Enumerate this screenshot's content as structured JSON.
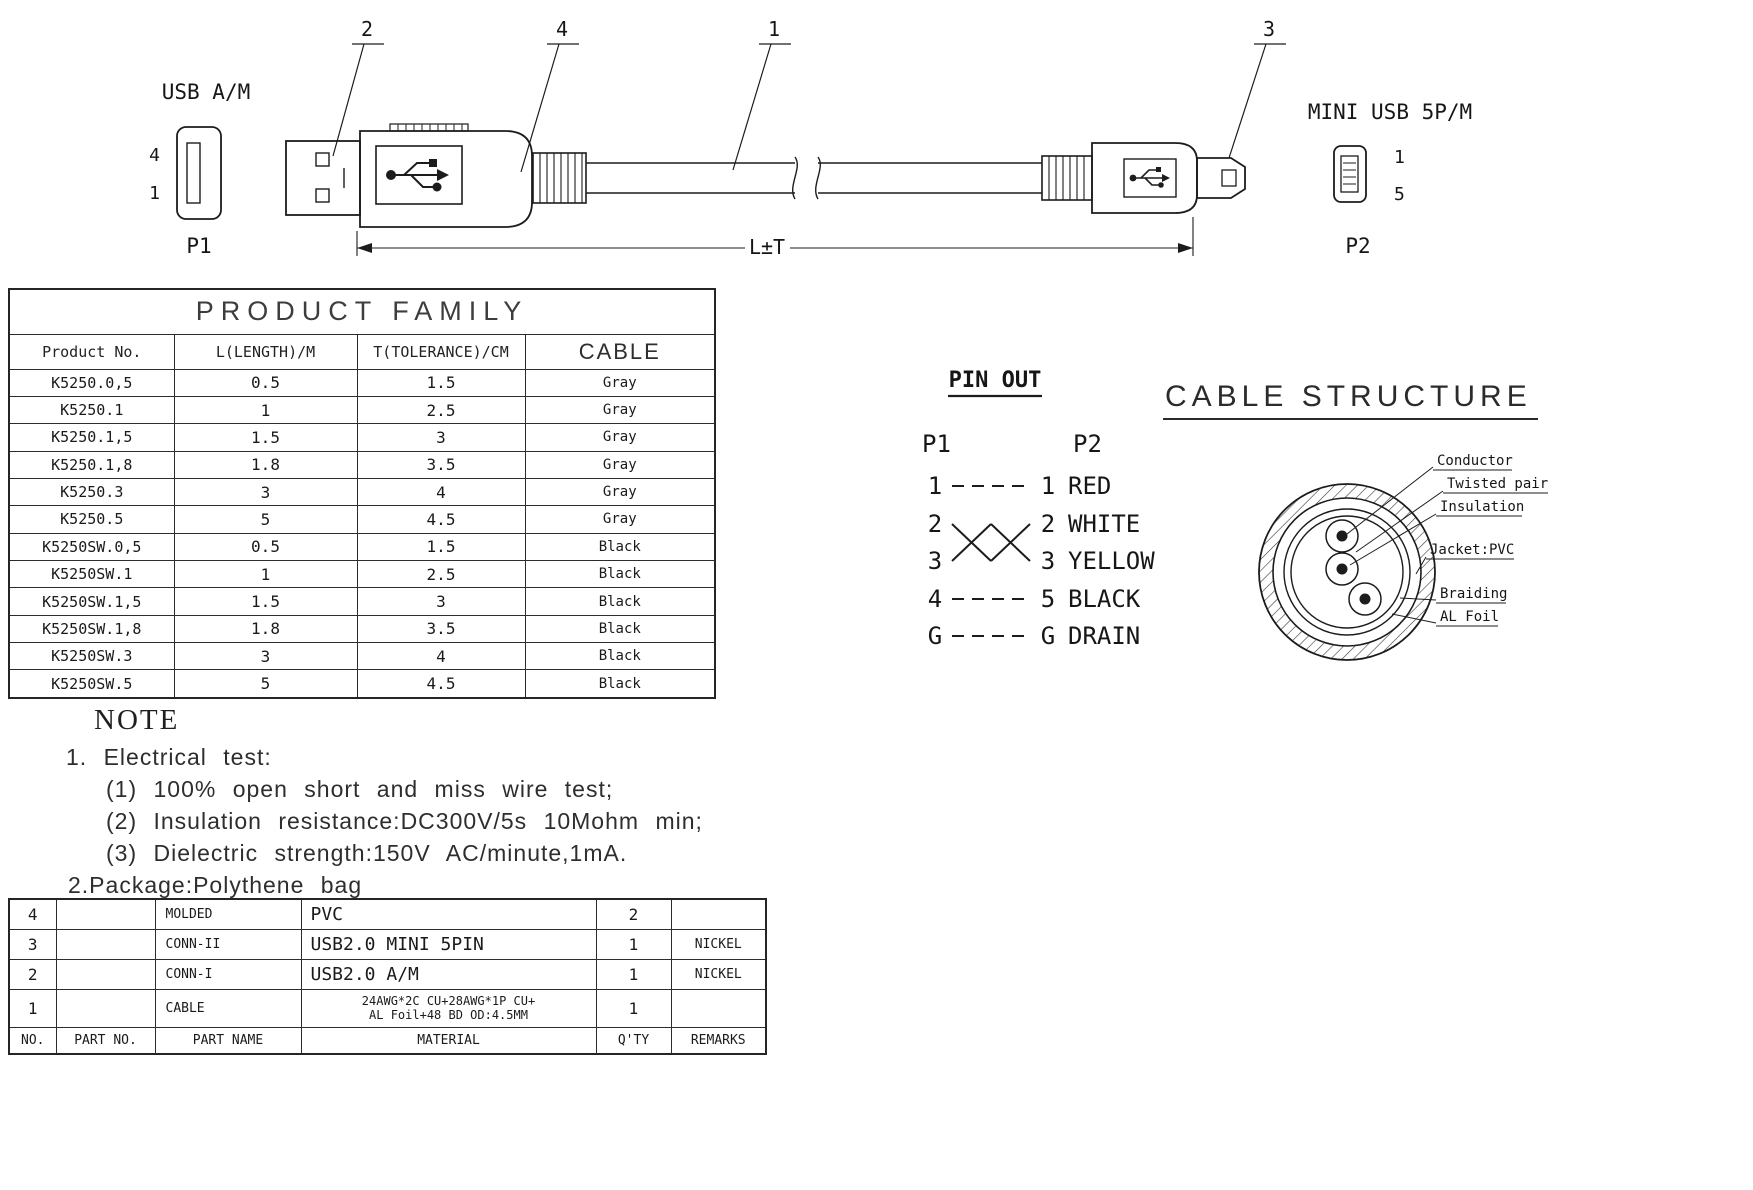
{
  "drawing": {
    "callouts": {
      "c1": "1",
      "c2": "2",
      "c3": "3",
      "c4": "4"
    },
    "usb_a": {
      "label": "USB A/M",
      "pin_top": "4",
      "pin_bottom": "1",
      "ref": "P1"
    },
    "mini_usb": {
      "label": "MINI USB 5P/M",
      "pin_top": "1",
      "pin_bottom": "5",
      "ref": "P2"
    },
    "dimension_label": "L±T"
  },
  "product_family": {
    "title": "PRODUCT FAMILY",
    "columns": [
      "Product No.",
      "L(LENGTH)/M",
      "T(TOLERANCE)/CM",
      "CABLE"
    ],
    "rows": [
      [
        "K5250.0,5",
        "0.5",
        "1.5",
        "Gray"
      ],
      [
        "K5250.1",
        "1",
        "2.5",
        "Gray"
      ],
      [
        "K5250.1,5",
        "1.5",
        "3",
        "Gray"
      ],
      [
        "K5250.1,8",
        "1.8",
        "3.5",
        "Gray"
      ],
      [
        "K5250.3",
        "3",
        "4",
        "Gray"
      ],
      [
        "K5250.5",
        "5",
        "4.5",
        "Gray"
      ],
      [
        "K5250SW.0,5",
        "0.5",
        "1.5",
        "Black"
      ],
      [
        "K5250SW.1",
        "1",
        "2.5",
        "Black"
      ],
      [
        "K5250SW.1,5",
        "1.5",
        "3",
        "Black"
      ],
      [
        "K5250SW.1,8",
        "1.8",
        "3.5",
        "Black"
      ],
      [
        "K5250SW.3",
        "3",
        "4",
        "Black"
      ],
      [
        "K5250SW.5",
        "5",
        "4.5",
        "Black"
      ]
    ]
  },
  "pin_out": {
    "title": "PIN OUT",
    "p1": "P1",
    "p2": "P2",
    "rows": [
      {
        "from": "1",
        "to": "1",
        "color": "RED",
        "style": "dashed"
      },
      {
        "from": "2",
        "to": "2",
        "color": "WHITE",
        "style": "twisted"
      },
      {
        "from": "3",
        "to": "3",
        "color": "YELLOW",
        "style": "twisted"
      },
      {
        "from": "4",
        "to": "5",
        "color": "BLACK",
        "style": "dashed"
      },
      {
        "from": "G",
        "to": "G",
        "color": "DRAIN",
        "style": "dashed"
      }
    ]
  },
  "cable_structure": {
    "title": "CABLE STRUCTURE",
    "labels": {
      "conductor": "Conductor",
      "twisted_pair": "Twisted pair",
      "insulation": "Insulation",
      "jacket": "Jacket:PVC",
      "braiding": "Braiding",
      "al_foil": "AL Foil"
    }
  },
  "note": {
    "title": "NOTE",
    "line1": "1. Electrical test:",
    "line2": "(1) 100% open short and miss wire test;",
    "line3": "(2) Insulation resistance:DC300V/5s 10Mohm min;",
    "line4": "(3) Dielectric strength:150V AC/minute,1mA.",
    "line5": "2.Package:Polythene bag"
  },
  "bom": {
    "headers": [
      "NO.",
      "PART NO.",
      "PART NAME",
      "MATERIAL",
      "Q'TY",
      "REMARKS"
    ],
    "rows": [
      {
        "no": "4",
        "part_no": "",
        "part_name": "MOLDED",
        "material": "PVC",
        "qty": "2",
        "remarks": ""
      },
      {
        "no": "3",
        "part_no": "",
        "part_name": "CONN-II",
        "material": "USB2.0 MINI 5PIN",
        "qty": "1",
        "remarks": "NICKEL"
      },
      {
        "no": "2",
        "part_no": "",
        "part_name": "CONN-I",
        "material": "USB2.0 A/M",
        "qty": "1",
        "remarks": "NICKEL"
      },
      {
        "no": "1",
        "part_no": "",
        "part_name": "CABLE",
        "material_line1": "24AWG*2C CU+28AWG*1P CU+",
        "material_line2": "AL Foil+48 BD OD:4.5MM",
        "qty": "1",
        "remarks": ""
      }
    ]
  },
  "colors": {
    "line": "#1a1a1a",
    "background": "#ffffff"
  }
}
